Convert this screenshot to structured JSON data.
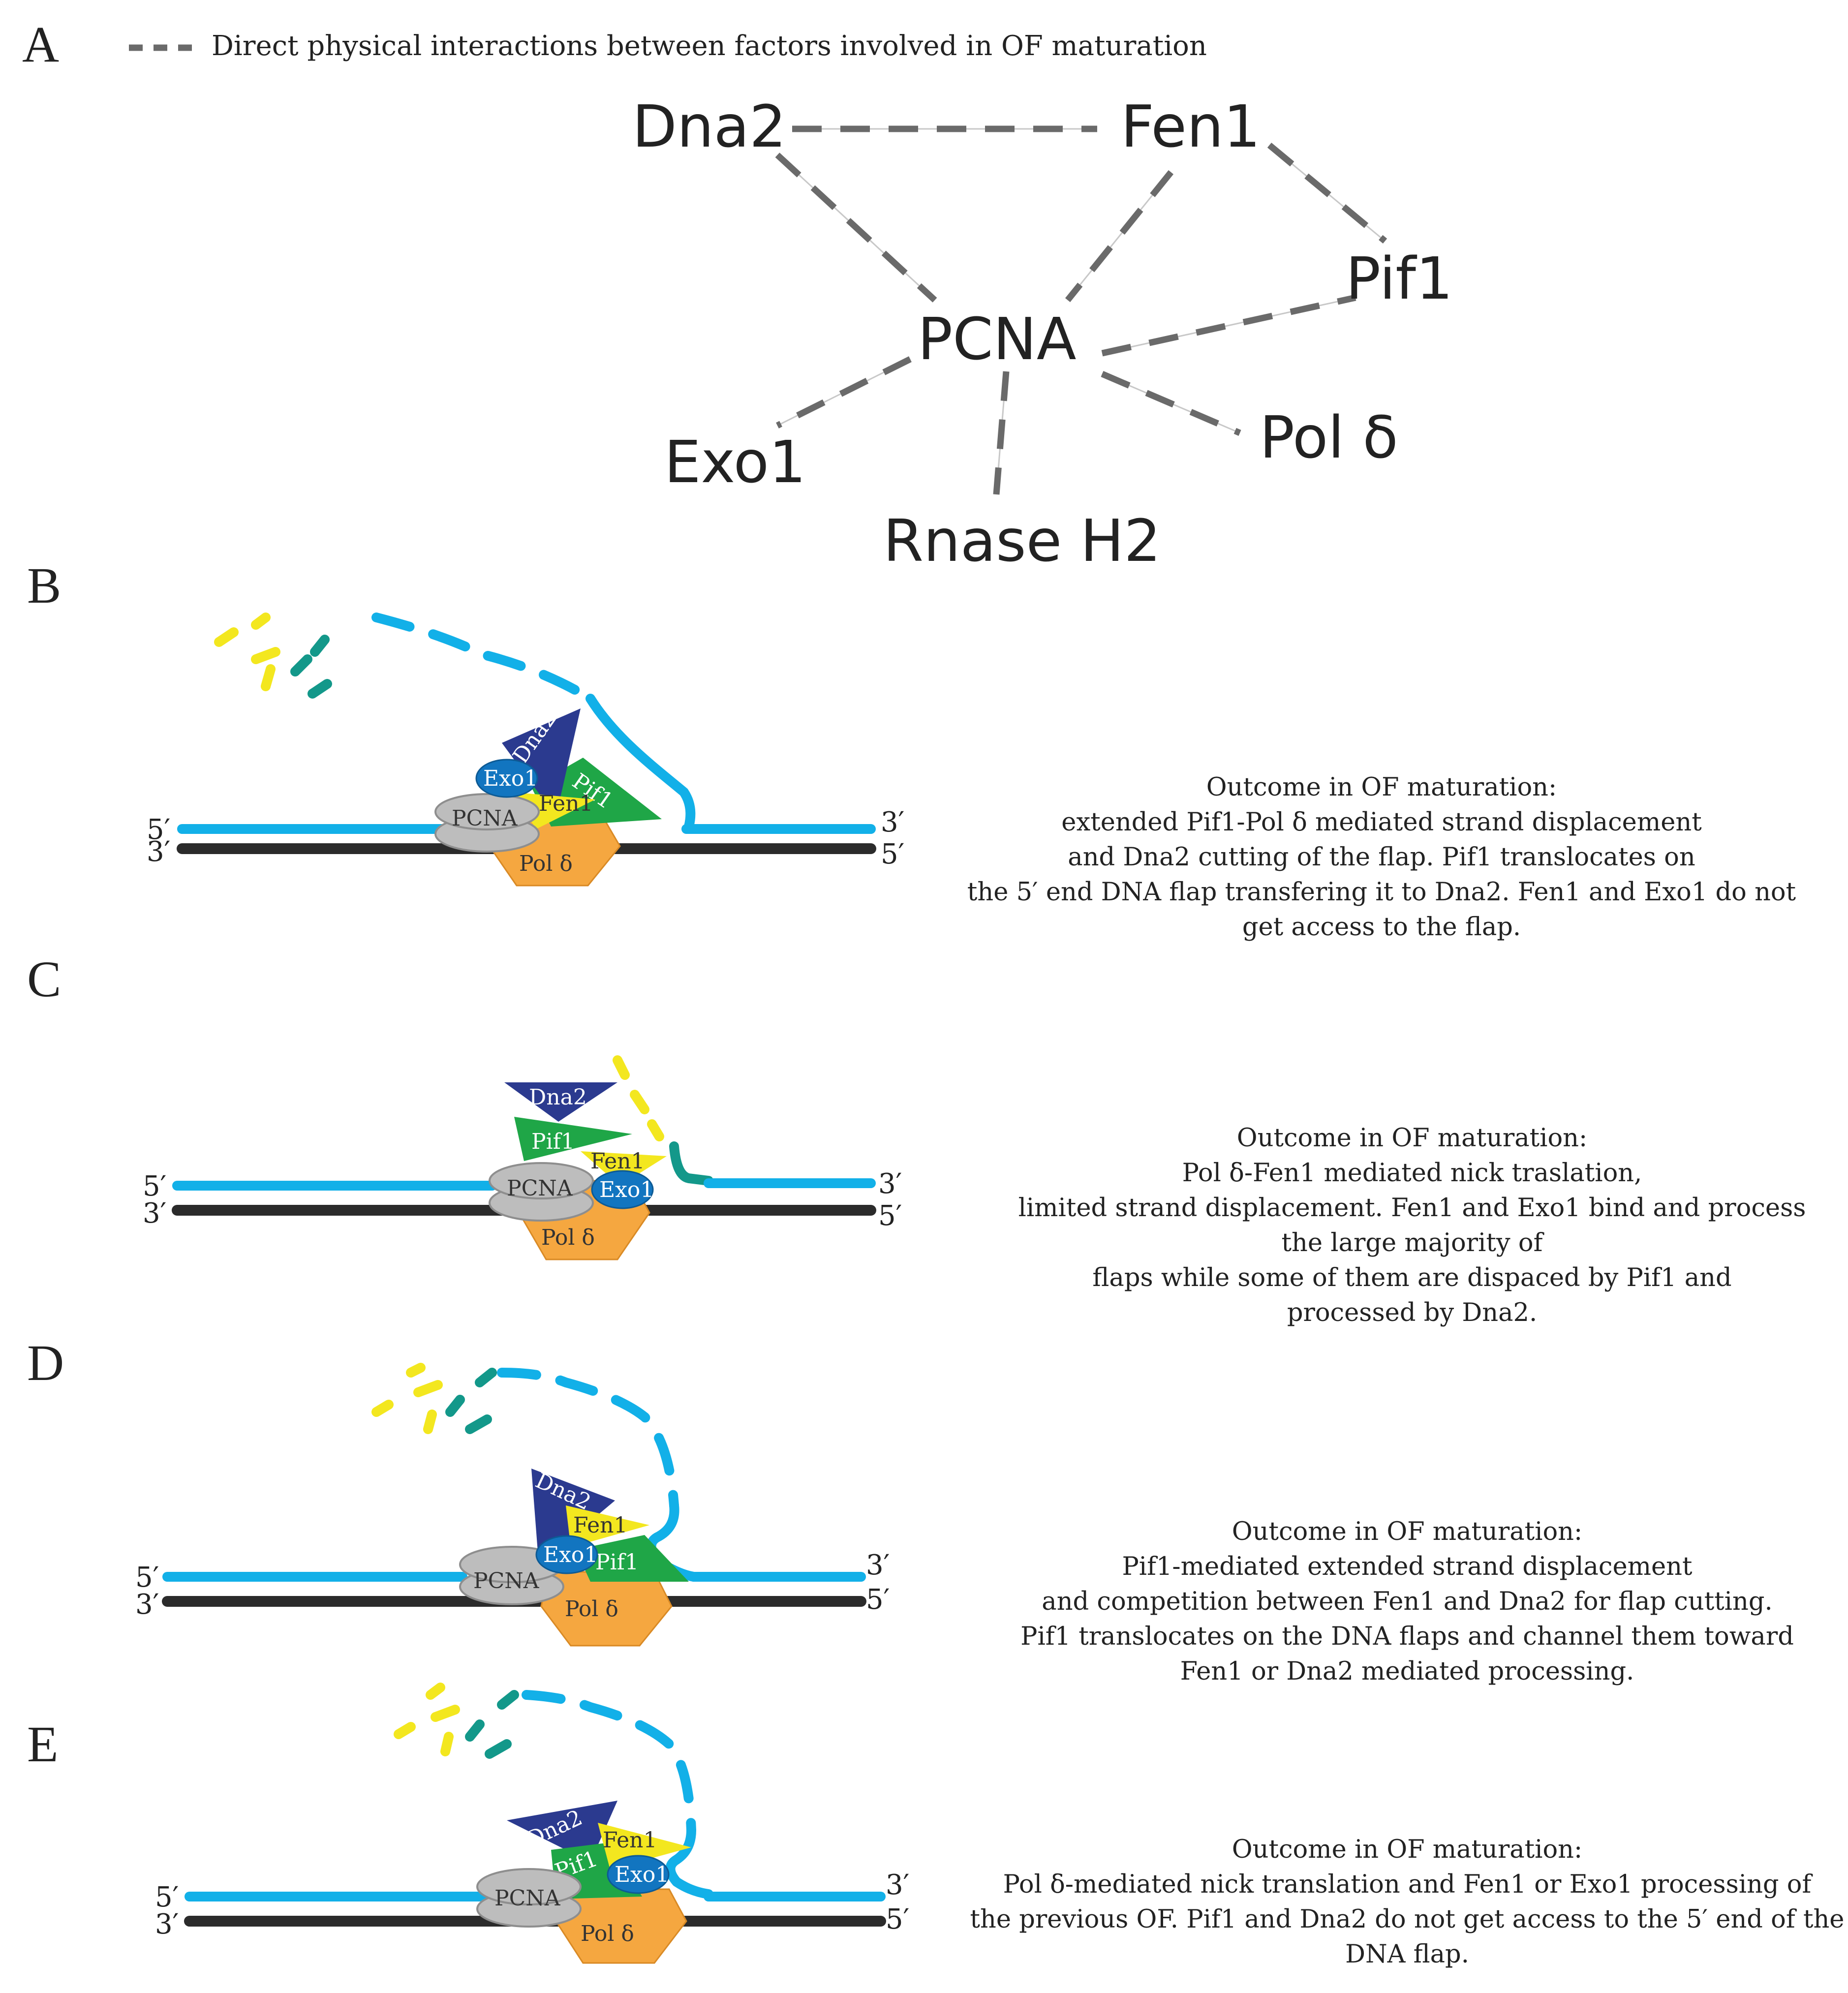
{
  "legend": {
    "text": "Direct physical interactions between factors involved in OF maturation"
  },
  "panels": {
    "A": "A",
    "B": "B",
    "C": "C",
    "D": "D",
    "E": "E"
  },
  "network": {
    "dna2": "Dna2",
    "fen1": "Fen1",
    "pif1": "Pif1",
    "pcna": "PCNA",
    "exo1": "Exo1",
    "pold": "Pol δ",
    "rnaseh2": "Rnase H2"
  },
  "ends": {
    "five": "5′",
    "three": "3′"
  },
  "proteins": {
    "pcna": "PCNA",
    "exo1": "Exo1",
    "dna2": "Dna2",
    "pif1": "Pif1",
    "fen1": "Fen1",
    "pold": "Pol δ"
  },
  "outcomes": {
    "B": [
      "Outcome in OF maturation:",
      "extended Pif1-Pol δ mediated strand displacement",
      "and Dna2 cutting of the flap. Pif1 translocates on",
      "the  5′ end DNA flap transfering it to Dna2. Fen1 and Exo1 do not",
      "get access to the flap."
    ],
    "C": [
      "Outcome in OF maturation:",
      "Pol δ-Fen1 mediated nick traslation,",
      "limited strand displacement. Fen1 and Exo1 bind and process",
      "the large majority of",
      "flaps while some of them are dispaced by Pif1 and",
      "processed by Dna2."
    ],
    "D": [
      "Outcome in OF maturation:",
      "Pif1-mediated  extended strand displacement",
      "and competition between Fen1 and Dna2 for flap cutting.",
      "Pif1 translocates on the DNA flaps and channel them toward",
      "Fen1 or Dna2 mediated processing."
    ],
    "E": [
      "Outcome in OF maturation:",
      "Pol δ-mediated nick translation and Fen1 or Exo1 processing of",
      "the previous OF. Pif1 and Dna2 do not get access to the 5′ end of the",
      "DNA flap."
    ]
  },
  "colors": {
    "strand_blue": "#12b0e8",
    "strand_black": "#2b2b2b",
    "pcna": "#bdbdbd",
    "exo1": "#1275c0",
    "dna2": "#2b3a8f",
    "pif1": "#1fa647",
    "fen1": "#f3e71f",
    "pold": "#f5a740",
    "fragment_yellow": "#f3e71f",
    "fragment_teal": "#13988a",
    "interaction_dash": "#6a6a6a"
  }
}
